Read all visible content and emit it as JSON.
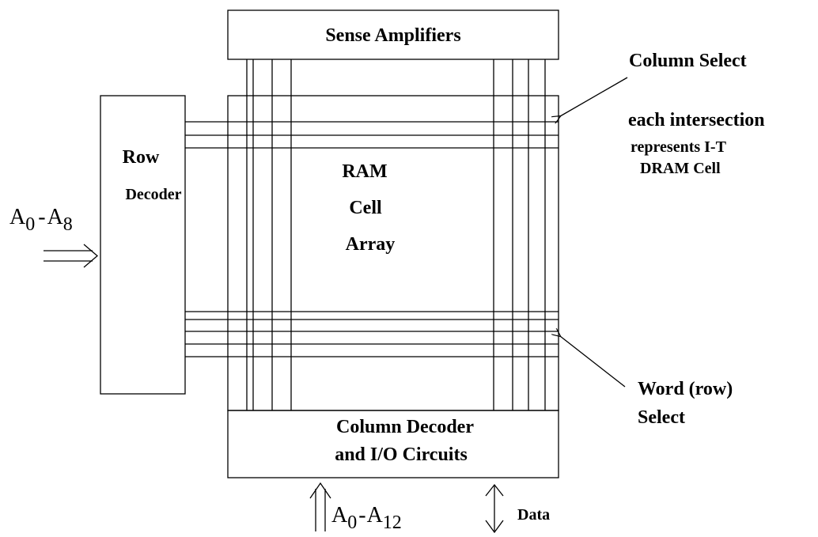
{
  "blocks": {
    "sense_amplifiers": "Sense Amplifiers",
    "row_decoder": [
      "Row",
      "Decoder"
    ],
    "cell_array": [
      "RAM",
      "Cell",
      "Array"
    ],
    "column_decoder": [
      "Column Decoder",
      "and I/O Circuits"
    ]
  },
  "annotations": {
    "column_select": "Column Select",
    "intersection_note": [
      "each intersection",
      "represents I-T",
      "DRAM Cell"
    ],
    "word_select": [
      "Word (row)",
      "Select"
    ]
  },
  "signals": {
    "row_address": {
      "base": "A",
      "from": "0",
      "dash": "-",
      "to": "8"
    },
    "col_address": {
      "base": "A",
      "from": "0",
      "dash": "-",
      "to": "12"
    },
    "data": "Data"
  }
}
